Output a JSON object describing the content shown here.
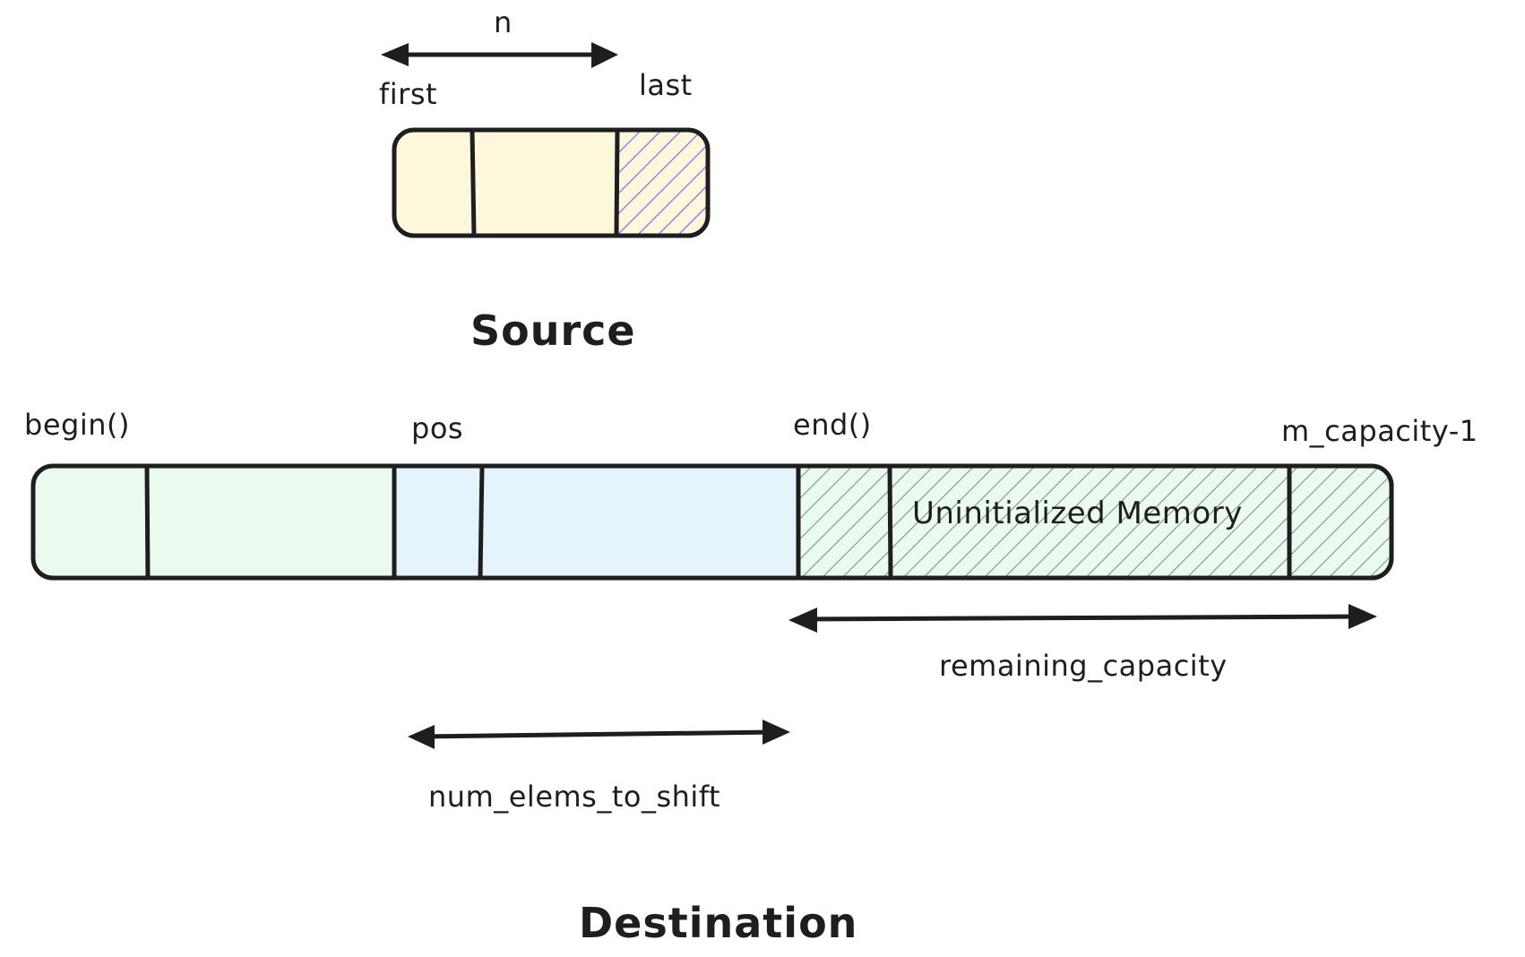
{
  "colors": {
    "stroke": "#1e1e1e",
    "source_fill": "#fdf8dc",
    "source_hatch": "#8b6cf0",
    "dest_initialized_fill": "#ebfaee",
    "dest_shift_fill": "#e5f3fd",
    "dest_uninit_fill": "#ebfaee",
    "dest_hatch": "#868e96",
    "background": "#ffffff"
  },
  "source": {
    "title": "Source",
    "labels": {
      "n": "n",
      "first": "first",
      "last": "last"
    },
    "cells": [
      {
        "role": "element",
        "hatched": false
      },
      {
        "role": "element",
        "hatched": false
      },
      {
        "role": "past-the-end",
        "hatched": true
      }
    ]
  },
  "destination": {
    "title": "Destination",
    "labels": {
      "begin": "begin()",
      "pos": "pos",
      "end": "end()",
      "capacity": "m_capacity-1"
    },
    "uninitialized_label": "Uninitialized Memory",
    "cells": [
      {
        "role": "initialized",
        "hatched": false
      },
      {
        "role": "initialized",
        "hatched": false
      },
      {
        "role": "to-shift",
        "hatched": false
      },
      {
        "role": "to-shift",
        "hatched": false
      },
      {
        "role": "uninitialized",
        "hatched": true
      },
      {
        "role": "uninitialized",
        "hatched": true
      },
      {
        "role": "uninitialized",
        "hatched": true
      }
    ],
    "arrows": {
      "remaining_capacity": "remaining_capacity",
      "num_elems_to_shift": "num_elems_to_shift"
    }
  }
}
